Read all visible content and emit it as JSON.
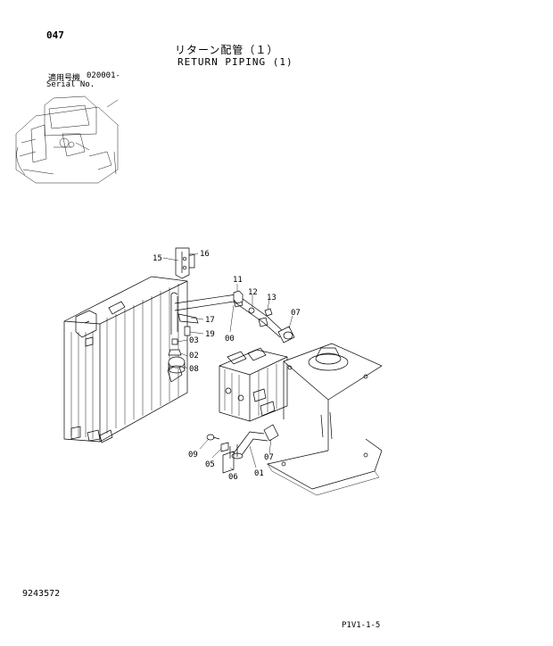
{
  "header": {
    "page_number": "047",
    "title_jp": "リターン配管（１）",
    "title_en": "RETURN PIPING (1)",
    "serial_label_jp": "適用号機",
    "serial_label_en": "Serial No.",
    "serial_value": "020001-"
  },
  "footer": {
    "document_number": "9243572",
    "page_code": "P1V1-1-5"
  },
  "callouts": [
    "15",
    "16",
    "11",
    "12",
    "13",
    "07",
    "17",
    "19",
    "00",
    "03",
    "02",
    "08",
    "09",
    "05",
    "06",
    "07",
    "01"
  ]
}
